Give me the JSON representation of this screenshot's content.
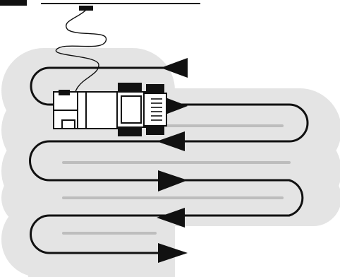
{
  "colors": {
    "background": "#ffffff",
    "swath_fill": "#e4e4e4",
    "swath_line": "#bdbdbd",
    "path_stroke": "#111111",
    "arrow_fill": "#111111",
    "machine_fill": "#ffffff",
    "machine_stroke": "#111111"
  },
  "icons": {
    "header_block": "corner-block-icon",
    "antenna": "antenna-receiver-icon",
    "cable": "cable-icon",
    "tractor": "tractor-topview-icon",
    "implement": "implement-frame-icon"
  },
  "diagram": {
    "arrow_directions": [
      "left",
      "right",
      "left",
      "right",
      "left",
      "right"
    ]
  }
}
